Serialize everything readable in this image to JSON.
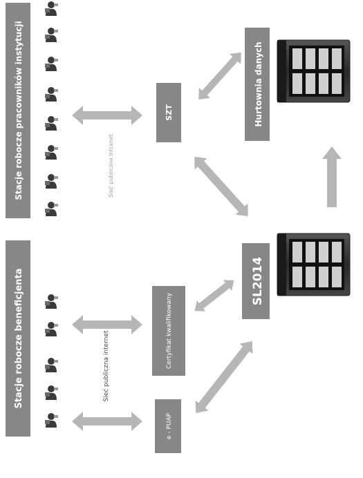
{
  "diagram": {
    "beneficiary_workstations_label": "Stacje robocze beneficjenta",
    "institution_workstations_label": "Stacje robocze pracowników instytucji",
    "public_network_internet_label": "Sieć publiczna internet",
    "public_network_intranet_label": "Sieć publiczna Intranet",
    "szt_label": "SZT",
    "epuap_label": "e - PUAP",
    "certificate_label": "Certyfikat kwalifikowany",
    "sl2014_label": "SL2014",
    "datawarehouse_label": "Hurtownia danych",
    "colors": {
      "box_gray": "#878787",
      "arrow_gray": "#b6b6b6",
      "server_dark": "#2a2a2a",
      "person_dark": "#3a3a3a"
    }
  }
}
